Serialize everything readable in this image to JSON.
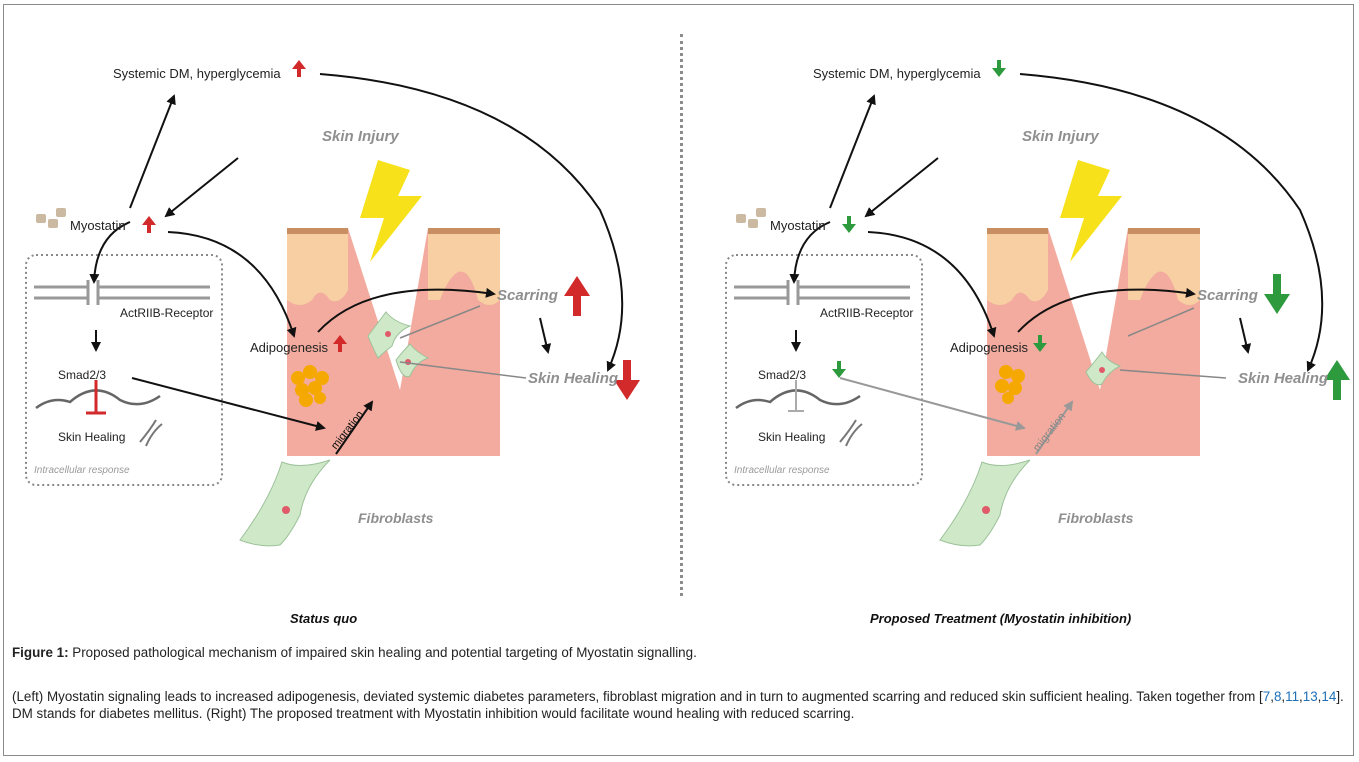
{
  "left": {
    "title": "Status quo",
    "systemic": "Systemic DM, hyperglycemia",
    "skin_injury": "Skin Injury",
    "myostatin": "Myostatin",
    "receptor": "ActRIIB-Receptor",
    "smad": "Smad2/3",
    "skin_healing_intra": "Skin Healing",
    "intracellular": "Intracellular response",
    "adipogenesis": "Adipogenesis",
    "scarring": "Scarring",
    "skin_healing": "Skin Healing",
    "migration": "migration",
    "fibroblasts": "Fibroblasts",
    "arrow_color": "#d22a2a"
  },
  "right": {
    "title": "Proposed Treatment (Myostatin inhibition)",
    "systemic": "Systemic DM, hyperglycemia",
    "skin_injury": "Skin Injury",
    "myostatin": "Myostatin",
    "receptor": "ActRIIB-Receptor",
    "smad": "Smad2/3",
    "skin_healing_intra": "Skin Healing",
    "intracellular": "Intracellular response",
    "adipogenesis": "Adipogenesis",
    "scarring": "Scarring",
    "skin_healing": "Skin Healing",
    "migration": "migration",
    "fibroblasts": "Fibroblasts",
    "arrow_color": "#2e9a3e"
  },
  "caption": {
    "fig_label": "Figure 1:",
    "fig_text": " Proposed pathological mechanism of impaired skin healing and potential targeting of Myostatin signalling.",
    "p1": "(Left) Myostatin signaling leads to increased adipogenesis, deviated systemic diabetes parameters, fibroblast migration and in turn to augmented scarring and reduced skin sufficient healing. Taken together from [",
    "refs": [
      "7",
      "8",
      "11",
      "13",
      "14"
    ],
    "p2": "]. DM stands for diabetes mellitus. (Right) The proposed treatment with Myostatin inhibition would facilitate wound healing with reduced scarring."
  }
}
